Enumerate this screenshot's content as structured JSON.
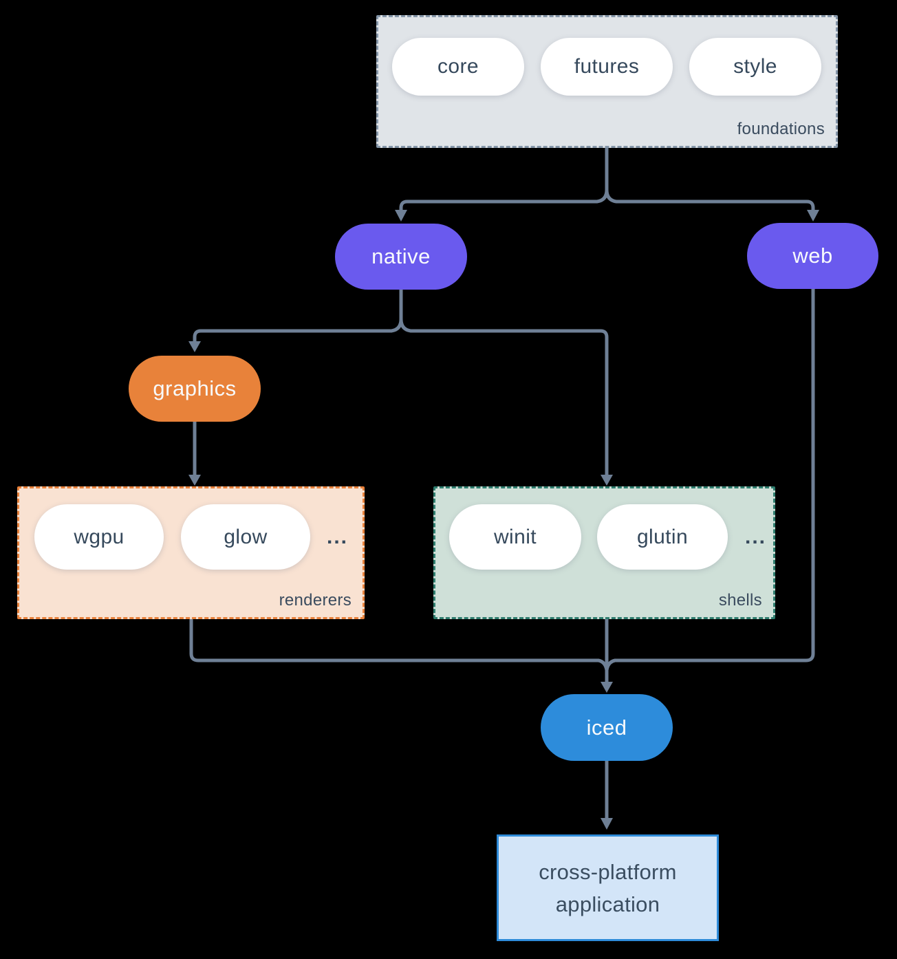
{
  "colors": {
    "background": "#000000",
    "arrow": "#6F8096",
    "dark_text": "#36495C",
    "light_text": "#F8FAFC",
    "purple_pill": "#6A5AEE",
    "orange_pill": "#E8823A",
    "blue_pill": "#2D8CDB",
    "foundations_bg": "#E0E4E8",
    "foundations_border": "#8495A8",
    "renderers_bg": "#F9E2D2",
    "renderers_border": "#E8813B",
    "shells_bg": "#CFE0D8",
    "shells_border": "#2E7D6E",
    "app_bg": "#D3E5F8",
    "app_border": "#2E8BD9"
  },
  "foundations": {
    "label": "foundations",
    "pills": [
      "core",
      "futures",
      "style"
    ]
  },
  "nodes": {
    "native": "native",
    "web": "web",
    "graphics": "graphics",
    "iced": "iced"
  },
  "renderers": {
    "label": "renderers",
    "pills": [
      "wgpu",
      "glow"
    ],
    "ellipsis": "..."
  },
  "shells": {
    "label": "shells",
    "pills": [
      "winit",
      "glutin"
    ],
    "ellipsis": "..."
  },
  "app": {
    "label": "cross-platform application"
  }
}
